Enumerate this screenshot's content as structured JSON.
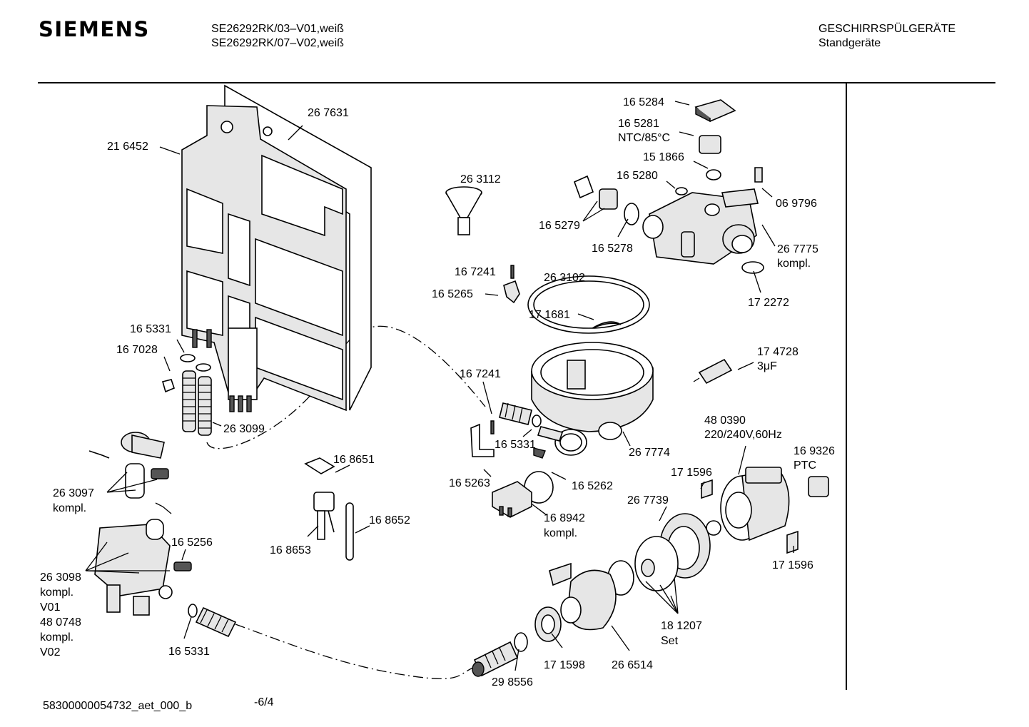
{
  "header": {
    "brand": "SIEMENS",
    "model_lines": [
      "SE26292RK/03–V01,weiß",
      "SE26292RK/07–V02,weiß"
    ],
    "category_lines": [
      "GESCHIRRSPÜLGERÄTE",
      "Standgeräte"
    ]
  },
  "parts": [
    {
      "id": "p267631",
      "lines": [
        "26 7631"
      ]
    },
    {
      "id": "p216452",
      "lines": [
        "21 6452"
      ]
    },
    {
      "id": "p165284",
      "lines": [
        "16 5284"
      ]
    },
    {
      "id": "p165281",
      "lines": [
        "16 5281",
        "NTC/85°C"
      ]
    },
    {
      "id": "p151866",
      "lines": [
        "15 1866"
      ]
    },
    {
      "id": "p263112",
      "lines": [
        "26 3112"
      ]
    },
    {
      "id": "p165280",
      "lines": [
        "16 5280"
      ]
    },
    {
      "id": "p069796",
      "lines": [
        "06 9796"
      ]
    },
    {
      "id": "p165279",
      "lines": [
        "16 5279"
      ]
    },
    {
      "id": "p165278",
      "lines": [
        "16 5278"
      ]
    },
    {
      "id": "p267775",
      "lines": [
        "26 7775",
        "kompl."
      ]
    },
    {
      "id": "p167241a",
      "lines": [
        "16 7241"
      ]
    },
    {
      "id": "p263102",
      "lines": [
        "26 3102"
      ]
    },
    {
      "id": "p165265",
      "lines": [
        "16 5265"
      ]
    },
    {
      "id": "p172272",
      "lines": [
        "17 2272"
      ]
    },
    {
      "id": "p171681",
      "lines": [
        "17 1681"
      ]
    },
    {
      "id": "p165331a",
      "lines": [
        "16 5331"
      ]
    },
    {
      "id": "p167028",
      "lines": [
        "16 7028"
      ]
    },
    {
      "id": "p174728",
      "lines": [
        "17 4728",
        "3μF"
      ]
    },
    {
      "id": "p167241b",
      "lines": [
        "16 7241"
      ]
    },
    {
      "id": "p263099",
      "lines": [
        "26 3099"
      ]
    },
    {
      "id": "p480390",
      "lines": [
        "48 0390",
        "220/240V,60Hz"
      ]
    },
    {
      "id": "p165331b",
      "lines": [
        "16 5331"
      ]
    },
    {
      "id": "p267774",
      "lines": [
        "26 7774"
      ]
    },
    {
      "id": "p168651",
      "lines": [
        "16 8651"
      ]
    },
    {
      "id": "p169326",
      "lines": [
        "16 9326",
        "PTC"
      ]
    },
    {
      "id": "p171596a",
      "lines": [
        "17 1596"
      ]
    },
    {
      "id": "p165263",
      "lines": [
        "16 5263"
      ]
    },
    {
      "id": "p165262",
      "lines": [
        "16 5262"
      ]
    },
    {
      "id": "p263097",
      "lines": [
        "26 3097",
        "kompl."
      ]
    },
    {
      "id": "p267739",
      "lines": [
        "26 7739"
      ]
    },
    {
      "id": "p168652",
      "lines": [
        "16 8652"
      ]
    },
    {
      "id": "p168942",
      "lines": [
        "16 8942",
        "kompl."
      ]
    },
    {
      "id": "p165256",
      "lines": [
        "16 5256"
      ]
    },
    {
      "id": "p168653",
      "lines": [
        "16 8653"
      ]
    },
    {
      "id": "p171596b",
      "lines": [
        "17 1596"
      ]
    },
    {
      "id": "p263098",
      "lines": [
        "26 3098",
        "kompl.",
        "V01",
        "48 0748",
        "kompl.",
        "V02"
      ]
    },
    {
      "id": "p181207",
      "lines": [
        "18 1207",
        "Set"
      ]
    },
    {
      "id": "p165331c",
      "lines": [
        "16 5331"
      ]
    },
    {
      "id": "p171598",
      "lines": [
        "17 1598"
      ]
    },
    {
      "id": "p266514",
      "lines": [
        "26 6514"
      ]
    },
    {
      "id": "p298556",
      "lines": [
        "29 8556"
      ]
    }
  ],
  "footer": {
    "doc_id": "58300000054732_aet_000_b",
    "page": "-6/4"
  }
}
